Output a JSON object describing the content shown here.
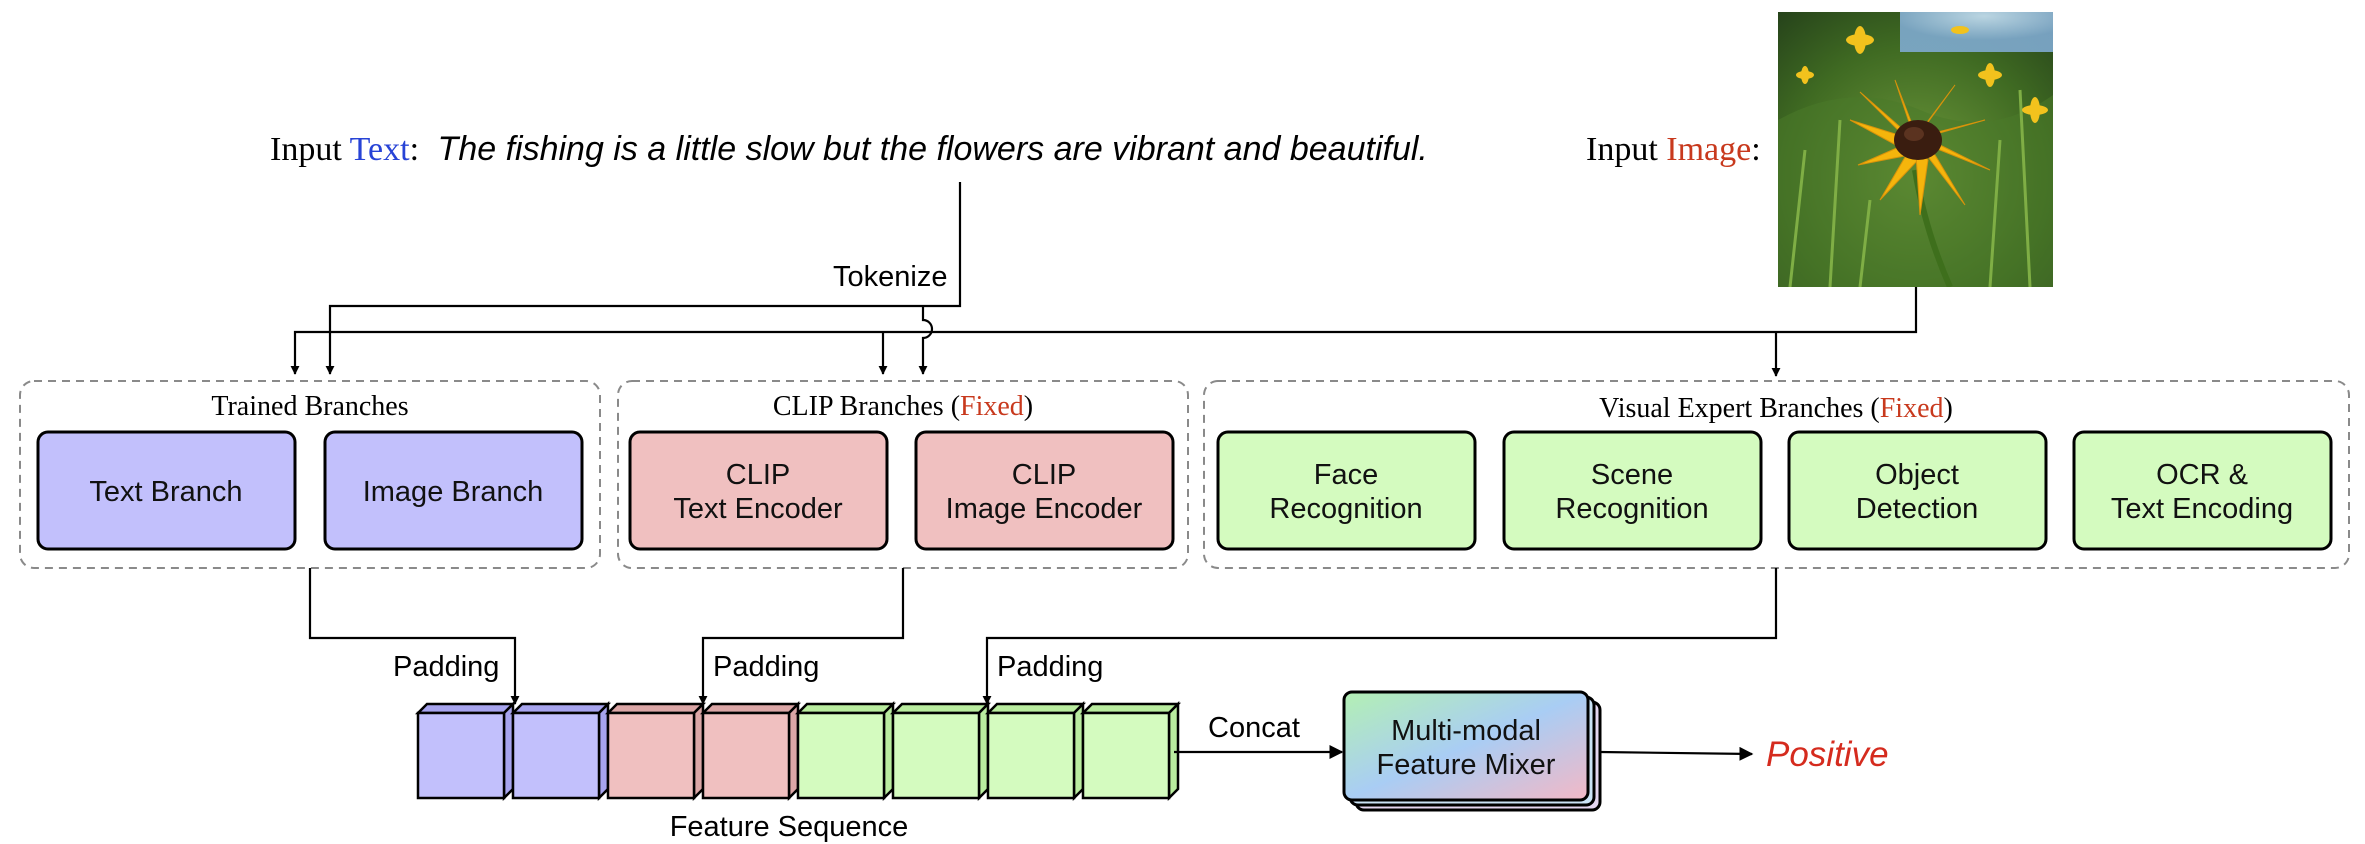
{
  "input_text": {
    "prefix": "Input ",
    "keyword": "Text",
    "colon": ":",
    "sentence": "The fishing is a little slow but the flowers are vibrant and beautiful."
  },
  "input_image": {
    "prefix": "Input ",
    "keyword": "Image",
    "colon": ":"
  },
  "tokenize_label": "Tokenize",
  "groups": {
    "trained": {
      "title": "Trained Branches"
    },
    "clip": {
      "title": "CLIP Branches (",
      "fixed": "Fixed",
      "close": ")"
    },
    "visual": {
      "title": "Visual Expert Branches (",
      "fixed": "Fixed",
      "close": ")"
    }
  },
  "boxes": {
    "text_branch": [
      "Text Branch"
    ],
    "image_branch": [
      "Image Branch"
    ],
    "clip_text": [
      "CLIP",
      "Text Encoder"
    ],
    "clip_image": [
      "CLIP",
      "Image Encoder"
    ],
    "face": [
      "Face",
      "Recognition"
    ],
    "scene": [
      "Scene",
      "Recognition"
    ],
    "object": [
      "Object",
      "Detection"
    ],
    "ocr": [
      "OCR &",
      "Text Encoding"
    ]
  },
  "padding_label": "Padding",
  "concat_label": "Concat",
  "mixer": [
    "Multi-modal",
    "Feature Mixer"
  ],
  "output_label": "Positive",
  "feature_sequence_label": "Feature Sequence",
  "colors": {
    "text_blue": "#2743d6",
    "fixed_red": "#c8391d",
    "output_red": "#d52b1e",
    "trained_fill": "#c2c0fc",
    "clip_fill": "#f0c0c0",
    "expert_fill": "#d4fbbf",
    "cube_top_trained": "#a7a4ee",
    "cube_top_clip": "#dba6a6",
    "cube_top_expert": "#b9ec9f"
  }
}
